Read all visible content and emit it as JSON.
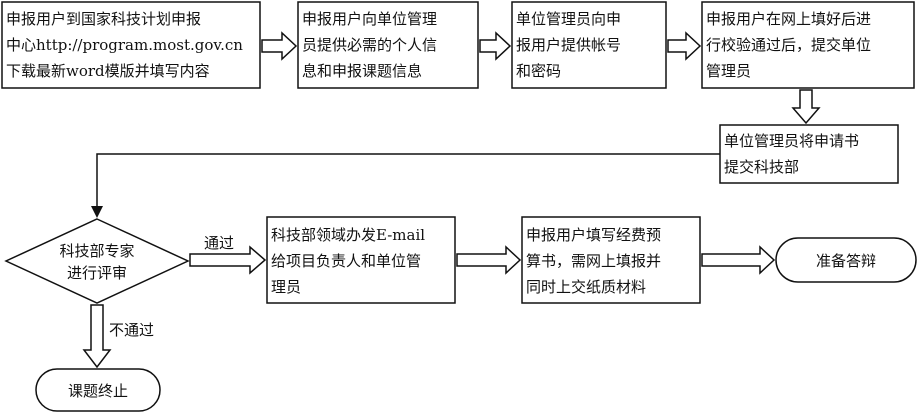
{
  "nodes": {
    "download_template": {
      "lines": [
        "申报用户到国家科技计划申报",
        "中心http://program.most.gov.cn",
        "下载最新word模版并填写内容"
      ]
    },
    "provide_info": {
      "lines": [
        "申报用户向单位管理",
        "员提供必需的个人信",
        "息和申报课题信息"
      ]
    },
    "provide_account": {
      "lines": [
        "单位管理员向申",
        "报用户提供帐号",
        "和密码"
      ]
    },
    "online_submit": {
      "lines": [
        "申报用户在网上填好后进",
        "行校验通过后，提交单位",
        "管理员"
      ]
    },
    "submit_ministry": {
      "lines": [
        "单位管理员将申请书",
        "提交科技部"
      ]
    },
    "expert_review": {
      "lines": [
        "科技部专家",
        "进行评审"
      ]
    },
    "email_notify": {
      "lines": [
        "科技部领域办发E-mail",
        "给项目负责人和单位管",
        "理员"
      ]
    },
    "budget_form": {
      "lines": [
        "申报用户填写经费预",
        "算书，需网上填报并",
        "同时上交纸质材料"
      ]
    },
    "prepare_defense": {
      "lines": [
        "准备答辩"
      ]
    },
    "project_terminated": {
      "lines": [
        "课题终止"
      ]
    }
  },
  "edges": {
    "pass_label": "通过",
    "fail_label": "不通过"
  },
  "colors": {
    "stroke": "#111111",
    "fill": "#ffffff",
    "text": "#111111"
  }
}
